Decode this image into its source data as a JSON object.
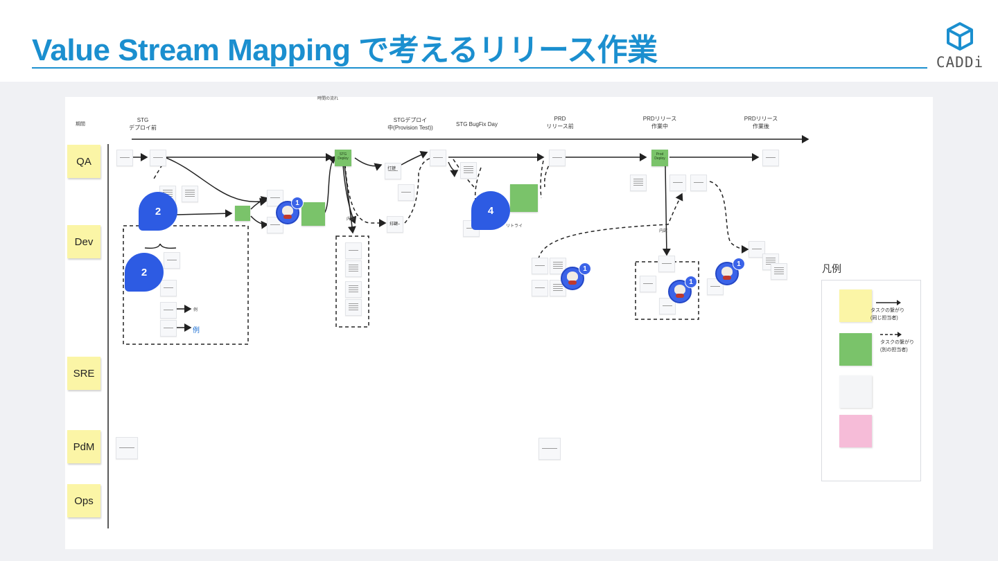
{
  "slide": {
    "title": "Value Stream Mapping で考えるリリース作業",
    "logo_text": "CADDi",
    "accent_color": "#1b8fcf"
  },
  "board": {
    "top_caption": "時間の流れ",
    "corner_label": "期間",
    "stages": [
      {
        "line1": "STG",
        "line2": "デプロイ前"
      },
      {
        "line1": "STGデプロイ",
        "line2": "中(Provision Test))"
      },
      {
        "line1": "STG BugFix Day",
        "line2": ""
      },
      {
        "line1": "PRD",
        "line2": "リリース前"
      },
      {
        "line1": "PRDリリース",
        "line2": "作業中"
      },
      {
        "line1": "PRDリリース",
        "line2": "作業後"
      }
    ],
    "lanes": [
      "QA",
      "Dev",
      "SRE",
      "PdM",
      "Ops"
    ],
    "green_cards": {
      "stg_deploy": "STG Deploy",
      "prod_deploy": "Prod Deploy"
    },
    "comment_counts": {
      "qa_dev_top": "2",
      "dev_left": "2",
      "bugfix": "4"
    },
    "avatar_badges": [
      "1",
      "1",
      "1",
      "1"
    ],
    "annotations": {
      "retest_top": "打鍵",
      "retest_bottom": "打鍵",
      "breakdown_stg": "内訳",
      "breakdown_prd": "内訳",
      "retry": "リトライ",
      "example_1": "例",
      "example_2": "例"
    },
    "legend": {
      "title": "凡例",
      "solid_line": "タスクの繋がり",
      "solid_note": "(同じ担当者)",
      "dashed_line": "タスクの繋がり",
      "dashed_note": "(別の担当者)",
      "colors": {
        "yellow": "#fbf5a6",
        "green": "#7ac36a",
        "white": "#f4f5f7",
        "pink": "#f6bcd8"
      }
    }
  }
}
